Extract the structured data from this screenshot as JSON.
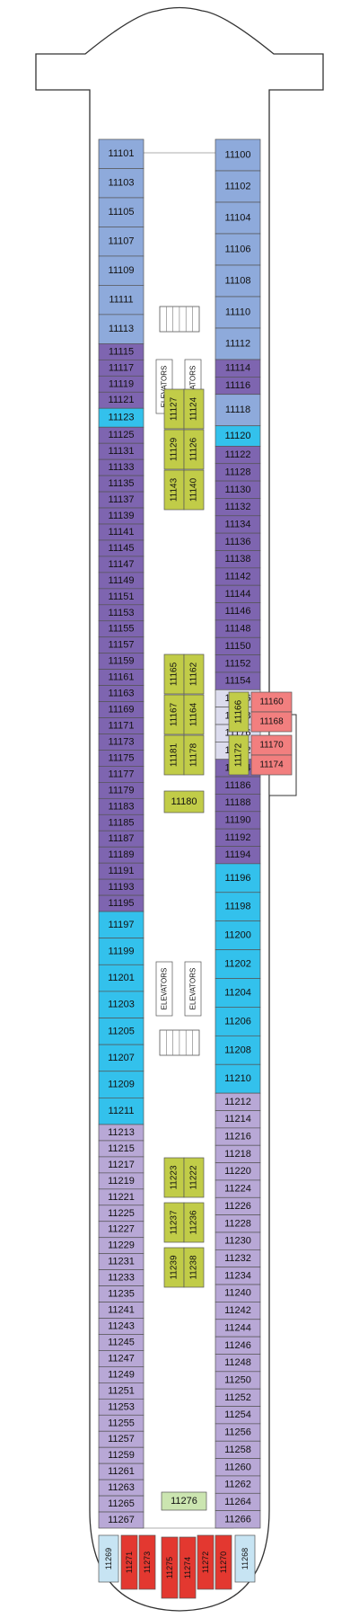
{
  "elevators_label": "ELEVATORS",
  "colors": {
    "blue": "#8EAADB",
    "cyan": "#33C1EC",
    "purple": "#7E65B0",
    "lavender": "#B8A8D6",
    "light": "#DCDCEE",
    "olive": "#C1CC48",
    "lightgreen": "#CBE5B0",
    "coral": "#F27F7F",
    "red": "#E33830",
    "lightblue": "#C7E4F3"
  },
  "left_column": [
    {
      "label": "11101",
      "color": "blue"
    },
    {
      "label": "11103",
      "color": "blue"
    },
    {
      "label": "11105",
      "color": "blue"
    },
    {
      "label": "11107",
      "color": "blue"
    },
    {
      "label": "11109",
      "color": "blue"
    },
    {
      "label": "11111",
      "color": "blue"
    },
    {
      "label": "11113",
      "color": "blue"
    },
    {
      "label": "11115",
      "color": "purple"
    },
    {
      "label": "11117",
      "color": "purple"
    },
    {
      "label": "11119",
      "color": "purple"
    },
    {
      "label": "11121",
      "color": "purple"
    },
    {
      "label": "11123",
      "color": "cyan"
    },
    {
      "label": "11125",
      "color": "purple"
    },
    {
      "label": "11131",
      "color": "purple"
    },
    {
      "label": "11133",
      "color": "purple"
    },
    {
      "label": "11135",
      "color": "purple"
    },
    {
      "label": "11137",
      "color": "purple"
    },
    {
      "label": "11139",
      "color": "purple"
    },
    {
      "label": "11141",
      "color": "purple"
    },
    {
      "label": "11145",
      "color": "purple"
    },
    {
      "label": "11147",
      "color": "purple"
    },
    {
      "label": "11149",
      "color": "purple"
    },
    {
      "label": "11151",
      "color": "purple"
    },
    {
      "label": "11153",
      "color": "purple"
    },
    {
      "label": "11155",
      "color": "purple"
    },
    {
      "label": "11157",
      "color": "purple"
    },
    {
      "label": "11159",
      "color": "purple"
    },
    {
      "label": "11161",
      "color": "purple"
    },
    {
      "label": "11163",
      "color": "purple"
    },
    {
      "label": "11169",
      "color": "purple"
    },
    {
      "label": "11171",
      "color": "purple"
    },
    {
      "label": "11173",
      "color": "purple"
    },
    {
      "label": "11175",
      "color": "purple"
    },
    {
      "label": "11177",
      "color": "purple"
    },
    {
      "label": "11179",
      "color": "purple"
    },
    {
      "label": "11183",
      "color": "purple"
    },
    {
      "label": "11185",
      "color": "purple"
    },
    {
      "label": "11187",
      "color": "purple"
    },
    {
      "label": "11189",
      "color": "purple"
    },
    {
      "label": "11191",
      "color": "purple"
    },
    {
      "label": "11193",
      "color": "purple"
    },
    {
      "label": "11195",
      "color": "purple"
    },
    {
      "label": "11197",
      "color": "cyan"
    },
    {
      "label": "11199",
      "color": "cyan"
    },
    {
      "label": "11201",
      "color": "cyan"
    },
    {
      "label": "11203",
      "color": "cyan"
    },
    {
      "label": "11205",
      "color": "cyan"
    },
    {
      "label": "11207",
      "color": "cyan"
    },
    {
      "label": "11209",
      "color": "cyan"
    },
    {
      "label": "11211",
      "color": "cyan"
    },
    {
      "label": "11213",
      "color": "lavender"
    },
    {
      "label": "11215",
      "color": "lavender"
    },
    {
      "label": "11217",
      "color": "lavender"
    },
    {
      "label": "11219",
      "color": "lavender"
    },
    {
      "label": "11221",
      "color": "lavender"
    },
    {
      "label": "11225",
      "color": "lavender"
    },
    {
      "label": "11227",
      "color": "lavender"
    },
    {
      "label": "11229",
      "color": "lavender"
    },
    {
      "label": "11231",
      "color": "lavender"
    },
    {
      "label": "11233",
      "color": "lavender"
    },
    {
      "label": "11235",
      "color": "lavender"
    },
    {
      "label": "11241",
      "color": "lavender"
    },
    {
      "label": "11243",
      "color": "lavender"
    },
    {
      "label": "11245",
      "color": "lavender"
    },
    {
      "label": "11247",
      "color": "lavender"
    },
    {
      "label": "11249",
      "color": "lavender"
    },
    {
      "label": "11251",
      "color": "lavender"
    },
    {
      "label": "11253",
      "color": "lavender"
    },
    {
      "label": "11255",
      "color": "lavender"
    },
    {
      "label": "11257",
      "color": "lavender"
    },
    {
      "label": "11259",
      "color": "lavender"
    },
    {
      "label": "11261",
      "color": "lavender"
    },
    {
      "label": "11263",
      "color": "lavender"
    },
    {
      "label": "11265",
      "color": "lavender"
    },
    {
      "label": "11267",
      "color": "lavender"
    }
  ],
  "right_column": [
    {
      "label": "11100",
      "color": "blue"
    },
    {
      "label": "11102",
      "color": "blue"
    },
    {
      "label": "11104",
      "color": "blue"
    },
    {
      "label": "11106",
      "color": "blue"
    },
    {
      "label": "11108",
      "color": "blue"
    },
    {
      "label": "11110",
      "color": "blue"
    },
    {
      "label": "11112",
      "color": "blue"
    },
    {
      "label": "11114",
      "color": "purple"
    },
    {
      "label": "11116",
      "color": "purple"
    },
    {
      "label": "11118",
      "color": "blue"
    },
    {
      "label": "11120",
      "color": "cyan"
    },
    {
      "label": "11122",
      "color": "purple"
    },
    {
      "label": "11128",
      "color": "purple"
    },
    {
      "label": "11130",
      "color": "purple"
    },
    {
      "label": "11132",
      "color": "purple"
    },
    {
      "label": "11134",
      "color": "purple"
    },
    {
      "label": "11136",
      "color": "purple"
    },
    {
      "label": "11138",
      "color": "purple"
    },
    {
      "label": "11142",
      "color": "purple"
    },
    {
      "label": "11144",
      "color": "purple"
    },
    {
      "label": "11146",
      "color": "purple"
    },
    {
      "label": "11148",
      "color": "purple"
    },
    {
      "label": "11150",
      "color": "purple"
    },
    {
      "label": "11152",
      "color": "purple"
    },
    {
      "label": "11154",
      "color": "purple"
    },
    {
      "label": "11156",
      "color": "light"
    },
    {
      "label": "11158",
      "color": "light"
    },
    {
      "label": "11176",
      "color": "light"
    },
    {
      "label": "11182",
      "color": "light"
    },
    {
      "label": "11184",
      "color": "purple"
    },
    {
      "label": "11186",
      "color": "purple"
    },
    {
      "label": "11188",
      "color": "purple"
    },
    {
      "label": "11190",
      "color": "purple"
    },
    {
      "label": "11192",
      "color": "purple"
    },
    {
      "label": "11194",
      "color": "purple"
    },
    {
      "label": "11196",
      "color": "cyan"
    },
    {
      "label": "11198",
      "color": "cyan"
    },
    {
      "label": "11200",
      "color": "cyan"
    },
    {
      "label": "11202",
      "color": "cyan"
    },
    {
      "label": "11204",
      "color": "cyan"
    },
    {
      "label": "11206",
      "color": "cyan"
    },
    {
      "label": "11208",
      "color": "cyan"
    },
    {
      "label": "11210",
      "color": "cyan"
    },
    {
      "label": "11212",
      "color": "lavender"
    },
    {
      "label": "11214",
      "color": "lavender"
    },
    {
      "label": "11216",
      "color": "lavender"
    },
    {
      "label": "11218",
      "color": "lavender"
    },
    {
      "label": "11220",
      "color": "lavender"
    },
    {
      "label": "11224",
      "color": "lavender"
    },
    {
      "label": "11226",
      "color": "lavender"
    },
    {
      "label": "11228",
      "color": "lavender"
    },
    {
      "label": "11230",
      "color": "lavender"
    },
    {
      "label": "11232",
      "color": "lavender"
    },
    {
      "label": "11234",
      "color": "lavender"
    },
    {
      "label": "11240",
      "color": "lavender"
    },
    {
      "label": "11242",
      "color": "lavender"
    },
    {
      "label": "11244",
      "color": "lavender"
    },
    {
      "label": "11246",
      "color": "lavender"
    },
    {
      "label": "11248",
      "color": "lavender"
    },
    {
      "label": "11250",
      "color": "lavender"
    },
    {
      "label": "11252",
      "color": "lavender"
    },
    {
      "label": "11254",
      "color": "lavender"
    },
    {
      "label": "11256",
      "color": "lavender"
    },
    {
      "label": "11258",
      "color": "lavender"
    },
    {
      "label": "11260",
      "color": "lavender"
    },
    {
      "label": "11262",
      "color": "lavender"
    },
    {
      "label": "11264",
      "color": "lavender"
    },
    {
      "label": "11266",
      "color": "lavender"
    }
  ],
  "center_pairs": [
    [
      "11127",
      "11124"
    ],
    [
      "11129",
      "11126"
    ],
    [
      "11143",
      "11140"
    ],
    [
      "11165",
      "11162"
    ],
    [
      "11167",
      "11164"
    ],
    [
      "11181",
      "11178"
    ],
    [
      "11223",
      "11222"
    ],
    [
      "11237",
      "11236"
    ],
    [
      "11239",
      "11238"
    ]
  ],
  "center_singles": [
    "11180",
    "11276"
  ],
  "side_wing": [
    {
      "label": "11166",
      "color": "olive"
    },
    {
      "label": "11160",
      "color": "coral"
    },
    {
      "label": "11168",
      "color": "coral"
    },
    {
      "label": "11172",
      "color": "olive"
    },
    {
      "label": "11170",
      "color": "coral"
    },
    {
      "label": "11174",
      "color": "coral"
    }
  ],
  "stern": [
    {
      "label": "11269",
      "color": "lightblue"
    },
    {
      "label": "11271",
      "color": "red"
    },
    {
      "label": "11273",
      "color": "red"
    },
    {
      "label": "11275",
      "color": "red"
    },
    {
      "label": "11274",
      "color": "red"
    },
    {
      "label": "11272",
      "color": "red"
    },
    {
      "label": "11270",
      "color": "red"
    },
    {
      "label": "11268",
      "color": "lightblue"
    }
  ]
}
